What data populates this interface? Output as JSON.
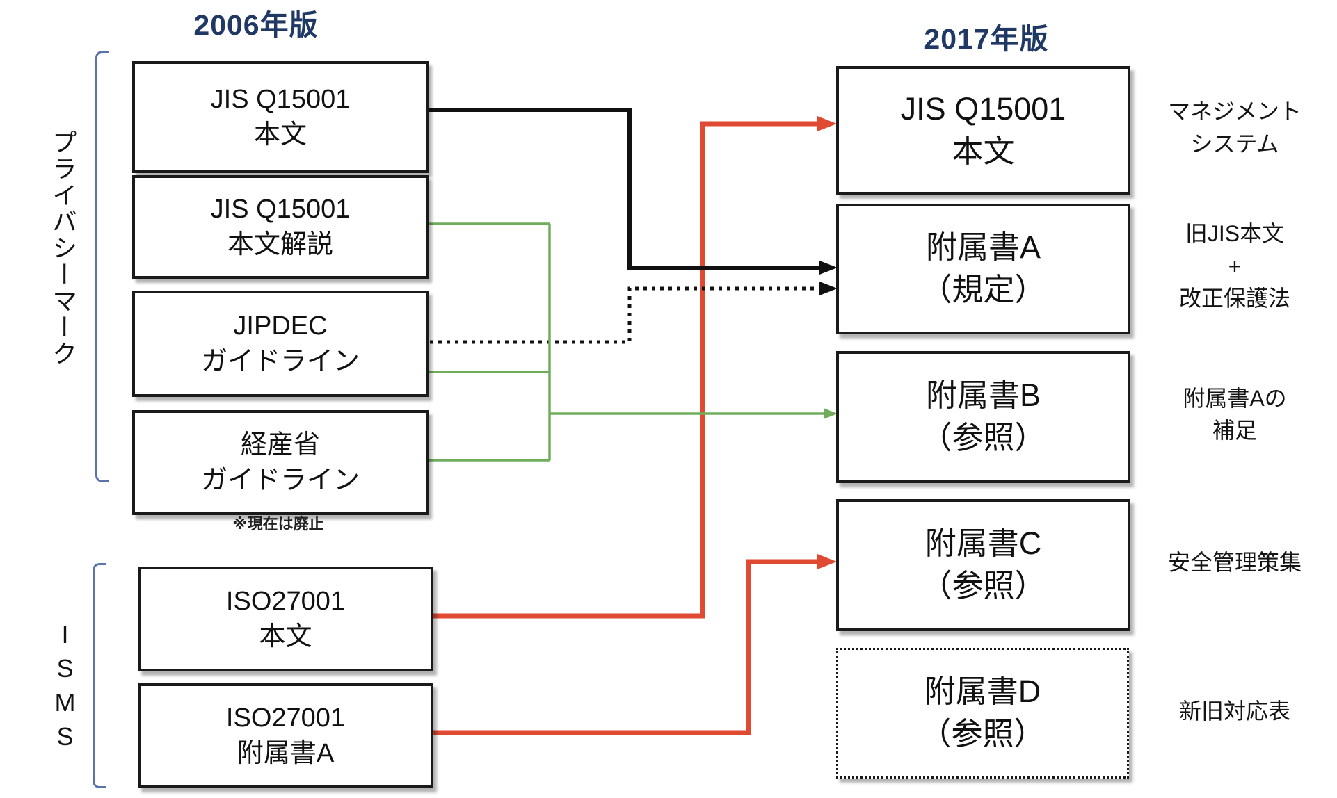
{
  "titles": {
    "left": "2006年版",
    "right": "2017年版"
  },
  "groups": {
    "privacy_mark": "プライバシーマーク",
    "isms": "ISMS"
  },
  "left_column": {
    "boxes": [
      {
        "lines": [
          "JIS Q15001",
          "本文"
        ]
      },
      {
        "lines": [
          "JIS Q15001",
          "本文解説"
        ]
      },
      {
        "lines": [
          "JIPDEC",
          "ガイドライン"
        ]
      },
      {
        "lines": [
          "経産省",
          "ガイドライン"
        ]
      },
      {
        "lines": [
          "ISO27001",
          "本文"
        ]
      },
      {
        "lines": [
          "ISO27001",
          "附属書A"
        ]
      }
    ],
    "note": "※現在は廃止"
  },
  "right_column": {
    "boxes": [
      {
        "lines": [
          "JIS Q15001",
          "本文"
        ],
        "annotation": "マネジメント\nシステム"
      },
      {
        "lines": [
          "附属書A",
          "（規定）"
        ],
        "annotation": "旧JIS本文\n+\n改正保護法"
      },
      {
        "lines": [
          "附属書B",
          "（参照）"
        ],
        "annotation": "附属書Aの\n補足"
      },
      {
        "lines": [
          "附属書C",
          "（参照）"
        ],
        "annotation": "安全管理策集"
      },
      {
        "lines": [
          "附属書D",
          "（参照）"
        ],
        "annotation": "新旧対応表"
      }
    ]
  },
  "connections": [
    {
      "from": "JIS Q15001 本文 (2006)",
      "to": "附属書A（規定）",
      "style": "solid",
      "color": "black"
    },
    {
      "from": "JIPDEC ガイドライン",
      "to": "附属書A（規定）",
      "style": "dotted",
      "color": "black"
    },
    {
      "from": "JIS Q15001 本文解説",
      "to": "附属書B（参照）",
      "style": "solid",
      "color": "green"
    },
    {
      "from": "JIPDEC ガイドライン",
      "to": "附属書B（参照）",
      "style": "solid",
      "color": "green"
    },
    {
      "from": "経産省 ガイドライン",
      "to": "附属書B（参照）",
      "style": "solid",
      "color": "green"
    },
    {
      "from": "ISO27001 本文",
      "to": "JIS Q15001 本文 (2017)",
      "style": "solid",
      "color": "red"
    },
    {
      "from": "ISO27001 附属書A",
      "to": "附属書C（参照）",
      "style": "solid",
      "color": "red"
    }
  ],
  "colors": {
    "title_navy": "#1f3864",
    "bracket_blue": "#5a73aa",
    "arrow_black": "#111111",
    "arrow_red": "#e04a33",
    "arrow_green": "#6fad5b"
  }
}
